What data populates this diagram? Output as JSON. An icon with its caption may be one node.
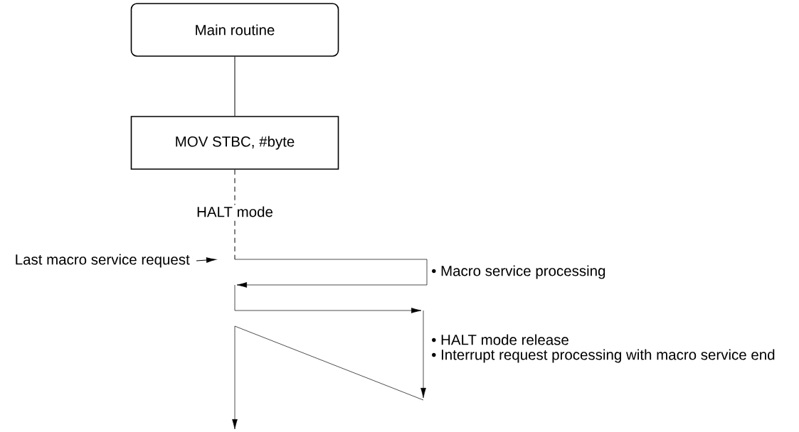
{
  "diagram": {
    "nodes": [
      {
        "text": [
          "Main routine"
        ]
      },
      {
        "text": [
          "MOV STBC, #byte"
        ]
      },
      {
        "text": [
          "Last macro service request"
        ]
      }
    ],
    "edges": [
      {
        "from": 0,
        "to": 1,
        "arrow": "none"
      },
      {
        "from": 1,
        "to": null,
        "arrow": "none",
        "style": "dashed",
        "label": "HALT mode"
      },
      {
        "from": 2,
        "to": null,
        "arrow": "to"
      }
    ],
    "labels": [
      "• Macro service processing",
      "• HALT mode release",
      "• Interrupt request processing with macro service end"
    ]
  }
}
